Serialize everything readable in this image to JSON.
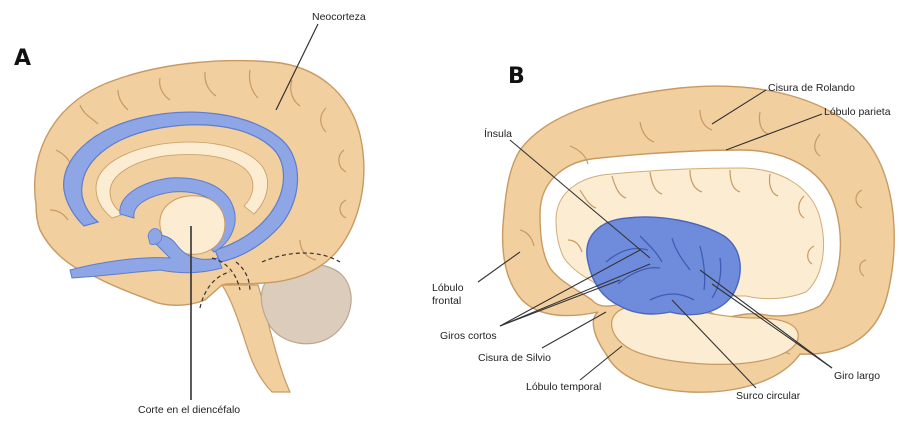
{
  "panels": {
    "a": {
      "letter": "A",
      "labels": {
        "neocortex": "Neocorteza",
        "diencephalon_cut": "Corte en el diencéfalo"
      }
    },
    "b": {
      "letter": "B",
      "labels": {
        "rolando": "Cisura de Rolando",
        "parietal": "Lóbulo parieta",
        "insula": "Ínsula",
        "frontal_line1": "Lóbulo",
        "frontal_line2": "frontal",
        "short_gyri": "Giros cortos",
        "silvio": "Cisura de Silvio",
        "temporal": "Lóbulo temporal",
        "circular_sulcus": "Surco circular",
        "long_gyrus": "Giro largo"
      }
    }
  },
  "colors": {
    "cortex": "#f1cf9f",
    "cortex_outline": "#c89a62",
    "inner": "#fbecd2",
    "blue": "#8ea6e6",
    "blue_dark": "#5f7ccd",
    "cerebellum": "#dcccbb",
    "line": "#333333"
  }
}
